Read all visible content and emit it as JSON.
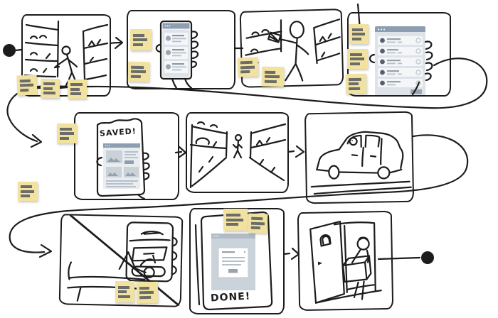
{
  "canvas": {
    "background": "#ffffff",
    "ink": "#1c1c1c"
  },
  "palette": {
    "sticky": "#f1e2a0",
    "sticky_bar": "#6c6c68",
    "ui_header": "#8c9eb0",
    "ui_body": "#dde3e9",
    "ui_row": "#f4f6f8",
    "ui_line": "#b6c0ca",
    "ui_avatar": "#9aa6b1",
    "ui_avatar_dark": "#566170",
    "ui_button": "#99a4ae",
    "ui_image": "#c9d2d9"
  },
  "annotations": {
    "saved_label": "SAVED!",
    "done_label": "DONE!"
  },
  "storyboard": {
    "start_marker": "start-dot",
    "end_marker": "end-dot",
    "sticky_note_count": 16,
    "sticky_note_lines": 3,
    "panels": [
      {
        "name": "browse-store-shelves"
      },
      {
        "name": "browse-list-on-phone"
      },
      {
        "name": "scan-item-in-store"
      },
      {
        "name": "select-items-in-app"
      },
      {
        "name": "saved-confirmation-on-phone"
      },
      {
        "name": "walk-store-aisle"
      },
      {
        "name": "drive-car"
      },
      {
        "name": "lounging-at-home-crossed-out"
      },
      {
        "name": "order-done-on-phone"
      },
      {
        "name": "package-delivered-at-door"
      }
    ]
  }
}
